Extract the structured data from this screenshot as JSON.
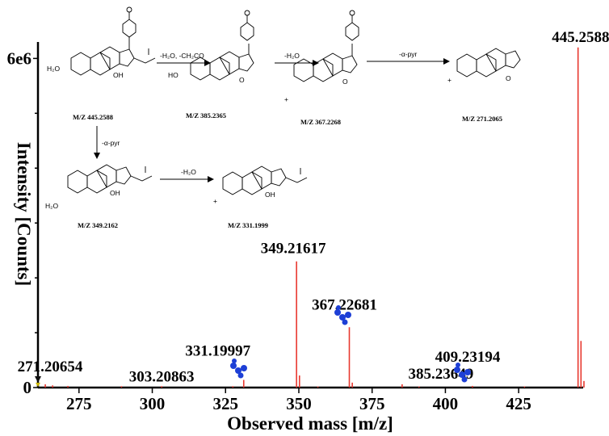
{
  "chart_data": {
    "type": "bar",
    "xlabel": "Observed mass [m/z]",
    "ylabel": "Intensity [Counts]",
    "xlim": [
      261,
      447
    ],
    "ylim": [
      0,
      6300000
    ],
    "x_ticks": [
      {
        "value": 275,
        "label": "275"
      },
      {
        "value": 300,
        "label": "300"
      },
      {
        "value": 325,
        "label": "325"
      },
      {
        "value": 350,
        "label": "350"
      },
      {
        "value": 375,
        "label": "375"
      },
      {
        "value": 400,
        "label": "400"
      },
      {
        "value": 425,
        "label": "425"
      }
    ],
    "y_ticks": [
      {
        "value": 0,
        "label": "0"
      },
      {
        "value": 6000000,
        "label": "6e6"
      }
    ],
    "y_minor_ticks": [
      1000000,
      2000000,
      3000000,
      4000000,
      5000000
    ],
    "peaks": [
      {
        "x": 445.25882,
        "y": 6200000,
        "label": "445.25882"
      },
      {
        "x": 446.26,
        "y": 850000
      },
      {
        "x": 447.27,
        "y": 120000
      },
      {
        "x": 349.21617,
        "y": 2300000,
        "label": "349.21617"
      },
      {
        "x": 350.22,
        "y": 220000
      },
      {
        "x": 367.22681,
        "y": 1100000,
        "label": "367.22681"
      },
      {
        "x": 368.23,
        "y": 90000
      },
      {
        "x": 331.19997,
        "y": 140000,
        "label": "331.19997"
      },
      {
        "x": 385.23649,
        "y": 60000,
        "label": "385.23649"
      },
      {
        "x": 409.23194,
        "y": 30000,
        "label": "409.23194"
      },
      {
        "x": 303.20863,
        "y": 25000,
        "label": "303.20863"
      },
      {
        "x": 271.20654,
        "y": 30000,
        "label": "271.20654"
      },
      {
        "x": 263.5,
        "y": 60000
      },
      {
        "x": 266.0,
        "y": 40000
      },
      {
        "x": 289.5,
        "y": 25000
      },
      {
        "x": 327.5,
        "y": 25000
      },
      {
        "x": 356.5,
        "y": 20000
      },
      {
        "x": 391.0,
        "y": 20000
      },
      {
        "x": 427.0,
        "y": 20000
      }
    ]
  },
  "scheme": {
    "structures": [
      {
        "id": "s445",
        "label": "M/Z 445.2588"
      },
      {
        "id": "s385",
        "label": "M/Z 385.2365"
      },
      {
        "id": "s367",
        "label": "M/Z 367.2268"
      },
      {
        "id": "s271",
        "label": "M/Z 271.2065"
      },
      {
        "id": "s349",
        "label": "M/Z 349.2162"
      },
      {
        "id": "s331",
        "label": "M/Z 331.1999"
      }
    ],
    "arrows": [
      {
        "id": "a1",
        "label": "-H₂O, -CH₂CO"
      },
      {
        "id": "a2",
        "label": "-H₂O"
      },
      {
        "id": "a3",
        "label": "-α-pyr"
      },
      {
        "id": "a4",
        "label": "-α-pyr"
      },
      {
        "id": "a5",
        "label": "-H₂O"
      }
    ]
  },
  "colors": {
    "peak": "#e8382f",
    "molecule_icon": "#1d3fd6"
  }
}
